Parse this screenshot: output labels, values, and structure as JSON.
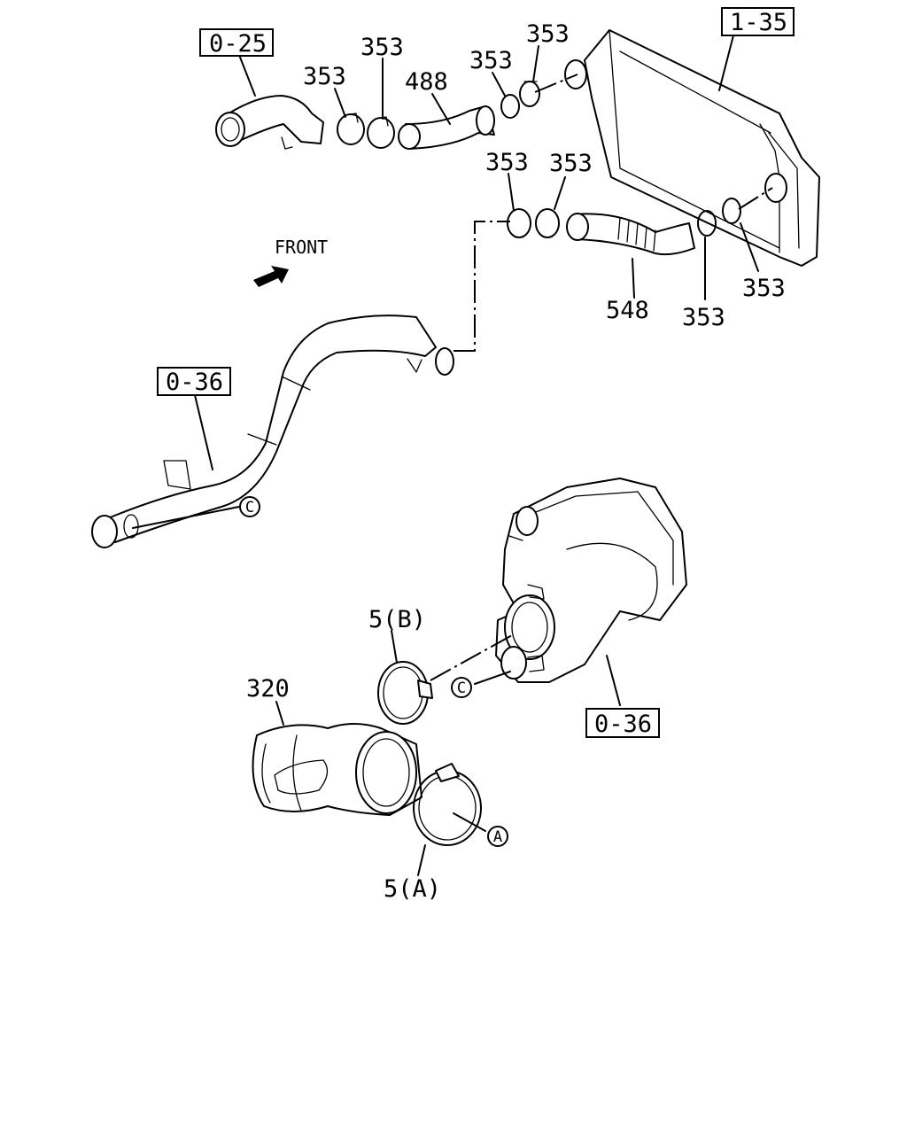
{
  "references": {
    "ref_0_25": "0-25",
    "ref_1_35": "1-35",
    "ref_0_36_pipe": "0-36",
    "ref_0_36_turbo": "0-36"
  },
  "front_label": "FRONT",
  "part_labels": {
    "clamp_353_a": "353",
    "clamp_353_b": "353",
    "clamp_353_c": "353",
    "clamp_353_d": "353",
    "clamp_353_e": "353",
    "clamp_353_f": "353",
    "clamp_353_g": "353",
    "clamp_353_h": "353",
    "hose_488": "488",
    "hose_548": "548",
    "hose_320": "320",
    "clamp_5b": "5(B)",
    "clamp_5a": "5(A)"
  },
  "circle_markers": {
    "c_pipe": "C",
    "c_turbo": "C",
    "a_clamp": "A"
  }
}
